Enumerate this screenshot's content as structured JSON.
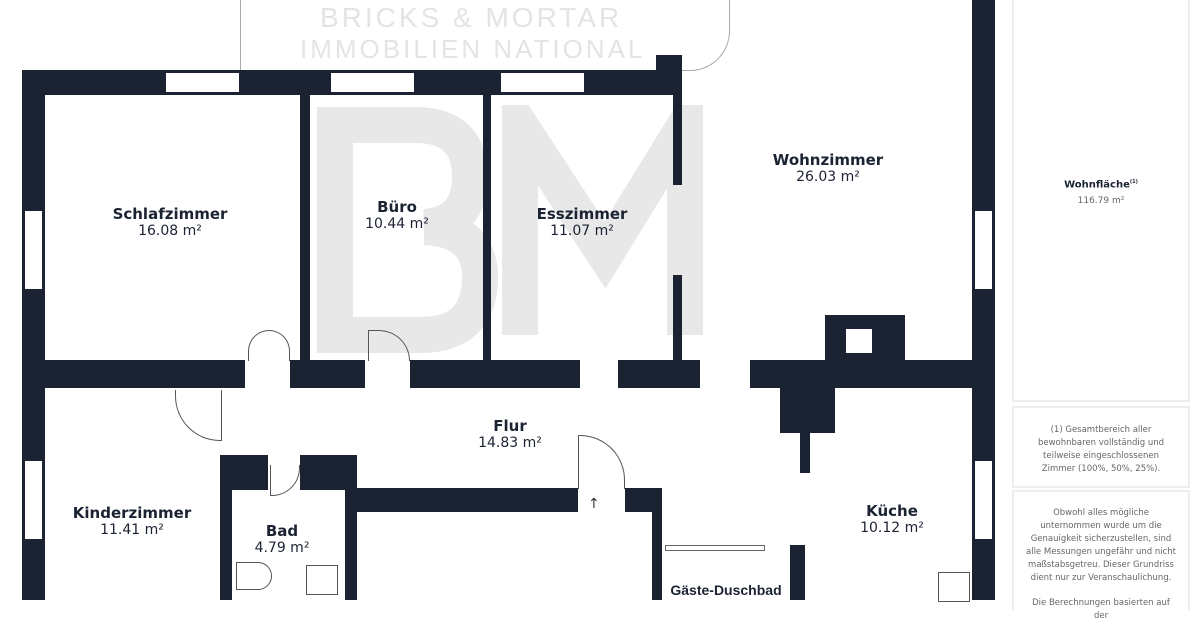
{
  "watermark": {
    "logo": "BM",
    "line1": "BRICKS & MORTAR",
    "line2": "IMMOBILIEN NATIONAL"
  },
  "rooms": [
    {
      "name": "Schlafzimmer",
      "area": "16.08 m²"
    },
    {
      "name": "Büro",
      "area": "10.44 m²"
    },
    {
      "name": "Esszimmer",
      "area": "11.07 m²"
    },
    {
      "name": "Wohnzimmer",
      "area": "26.03 m²"
    },
    {
      "name": "Flur",
      "area": "14.83 m²"
    },
    {
      "name": "Kinderzimmer",
      "area": "11.41 m²"
    },
    {
      "name": "Bad",
      "area": "4.79 m²"
    },
    {
      "name": "Küche",
      "area": "10.12 m²"
    },
    {
      "name": "Gäste-Duschbad",
      "area": ""
    }
  ],
  "panel": {
    "total_label": "Wohnfläche",
    "total_sup": "(1)",
    "total_value": "116.79 m²",
    "footnote": "(1) Gesamtbereich aller bewohnbaren vollständig und teilweise eingeschlossenen Zimmer (100%, 50%, 25%).",
    "disclaimer": "Obwohl alles mögliche unternommen wurde um die Genauigkeit sicherzustellen, sind alle Messungen ungefähr und nicht maßstabsgetreu. Dieser Grundriss dient nur zur Veranschaulichung.",
    "calc_note": "Die Berechnungen basierten auf der"
  }
}
